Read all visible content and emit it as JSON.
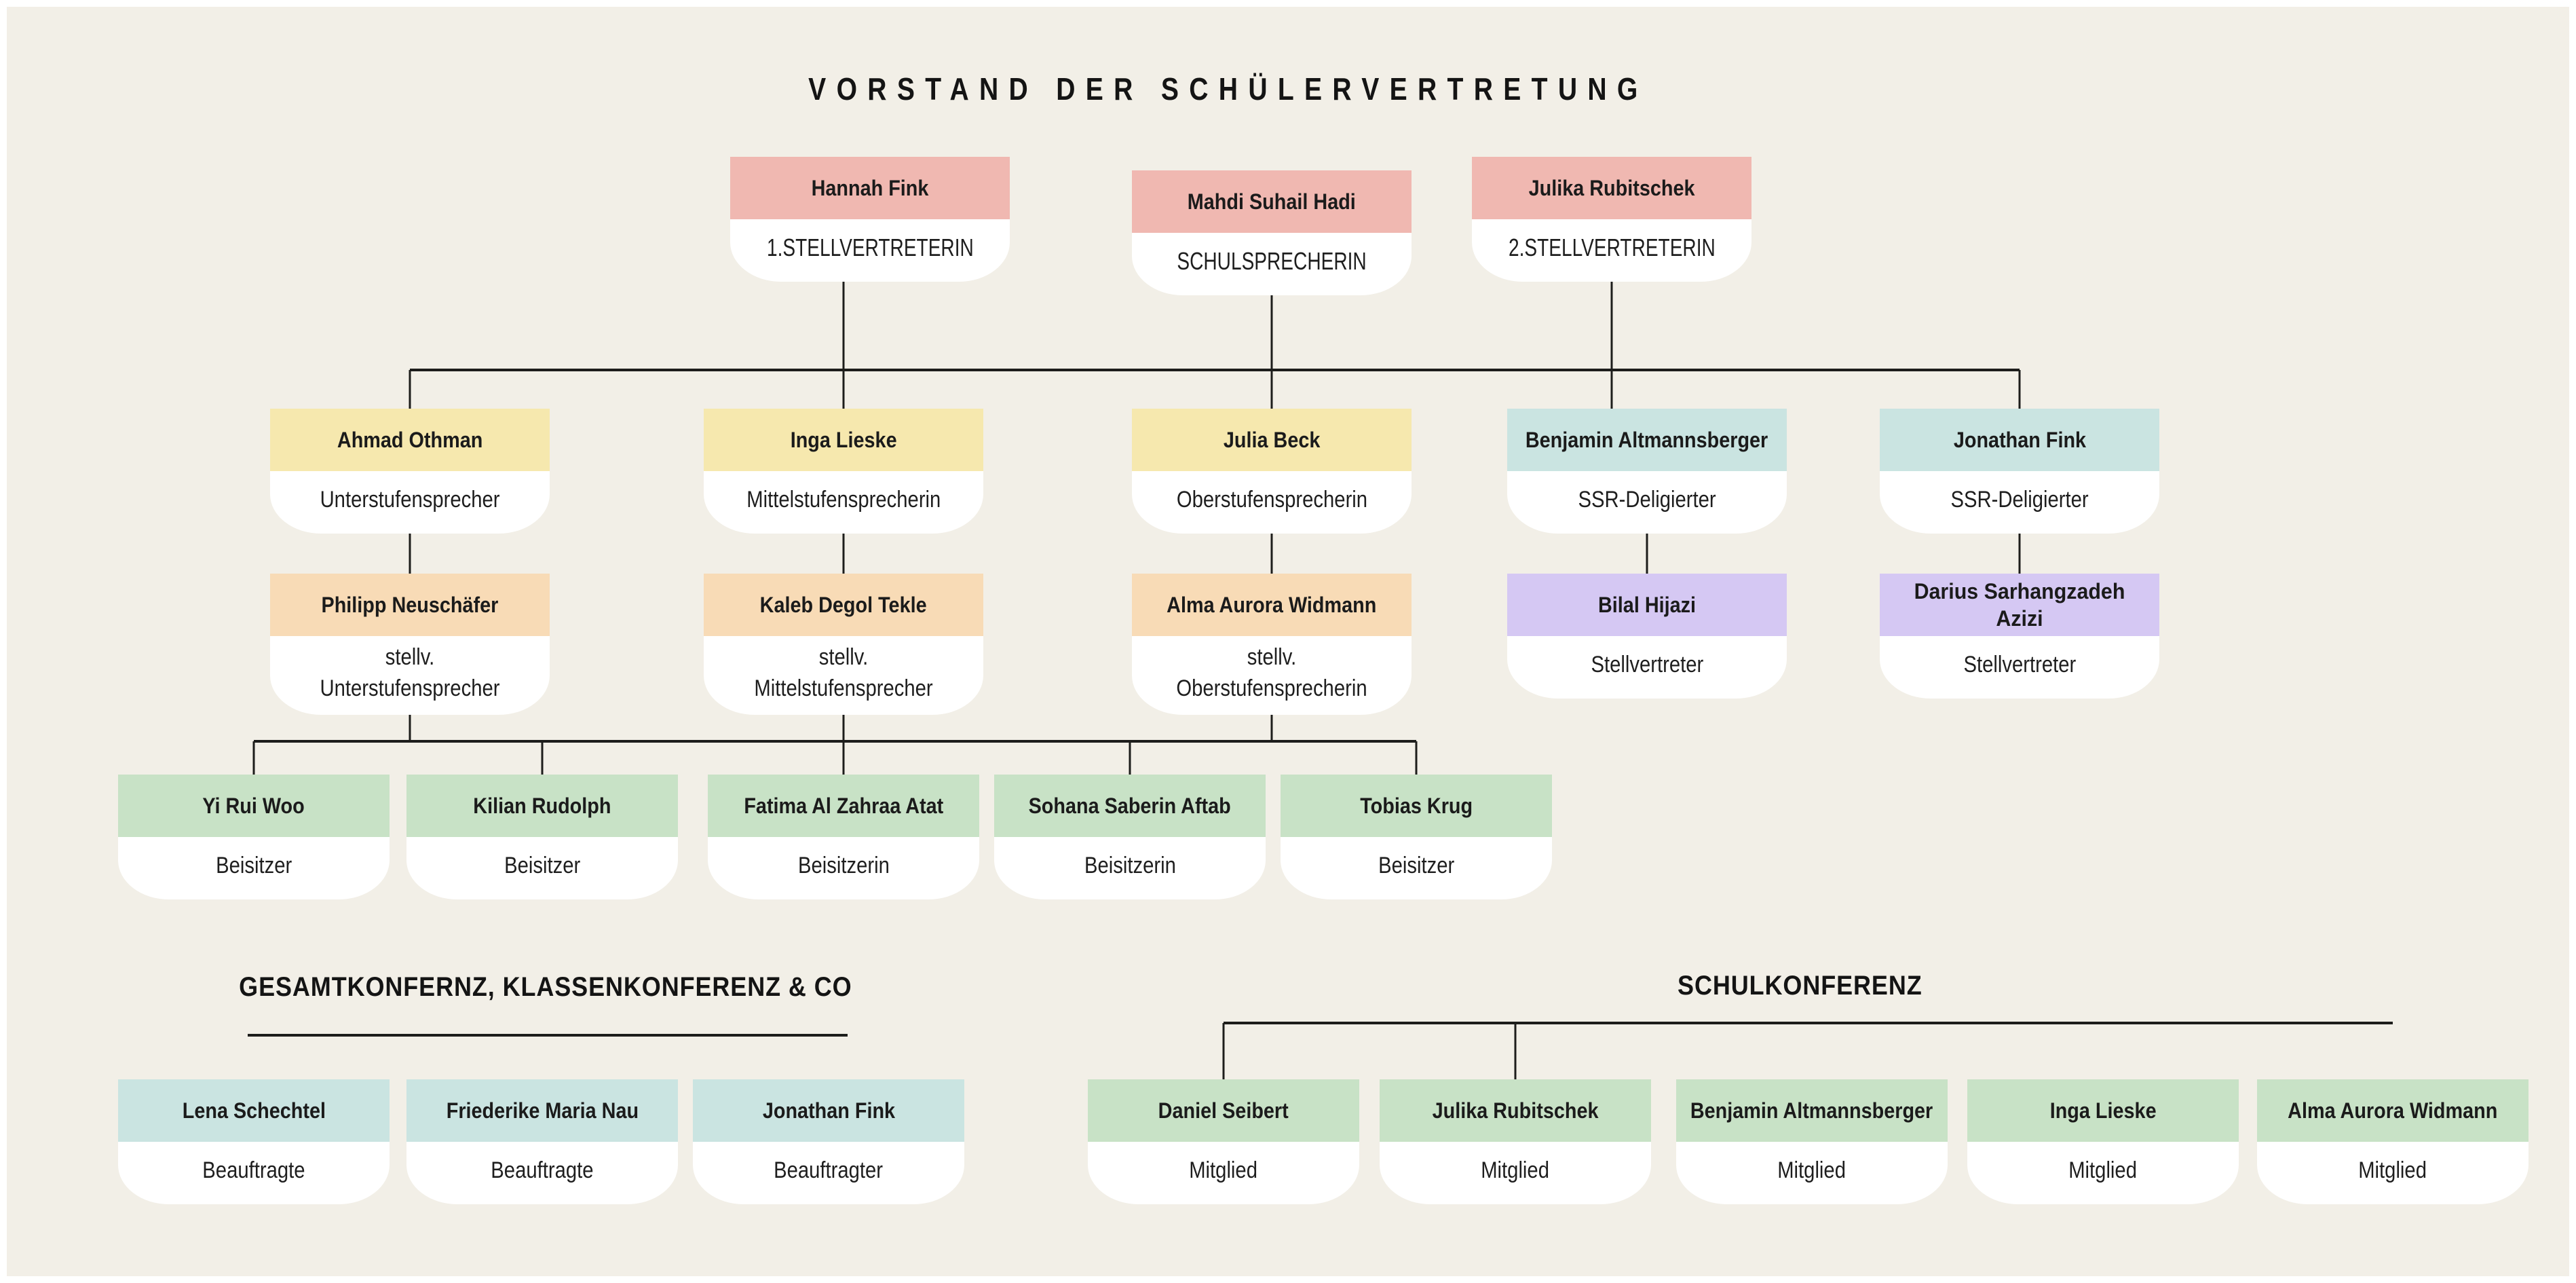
{
  "title": "VORSTAND DER SCHÜLERVERTRETUNG",
  "sections": {
    "left_heading": "GESAMTKONFERNZ, KLASSENKONFERENZ & CO",
    "right_heading": "SCHULKONFERENZ"
  },
  "colors": {
    "background": "#f2efe7",
    "card_body": "#ffffff",
    "card_pink": "#f0b8b1",
    "card_yellow": "#f6e8ae",
    "card_teal": "#cae4e1",
    "card_orange": "#f8dbb6",
    "card_lavender": "#d5c8f3",
    "card_green": "#c8e2c6",
    "line": "#1d1d1b",
    "text": "#141414"
  },
  "cards": [
    {
      "name": "Hannah Fink",
      "role": "1.STELLVERTRETERIN",
      "color": "pink"
    },
    {
      "name": "Mahdi Suhail Hadi",
      "role": "SCHULSPRECHERIN",
      "color": "pink"
    },
    {
      "name": "Julika Rubitschek",
      "role": "2.STELLVERTRETERIN",
      "color": "pink"
    },
    {
      "name": "Ahmad Othman",
      "role": "Unterstufensprecher",
      "color": "yellow"
    },
    {
      "name": "Inga Lieske",
      "role": "Mittelstufensprecherin",
      "color": "yellow"
    },
    {
      "name": "Julia Beck",
      "role": "Oberstufensprecherin",
      "color": "yellow"
    },
    {
      "name": "Benjamin Altmannsberger",
      "role": "SSR-Deligierter",
      "color": "teal"
    },
    {
      "name": "Jonathan Fink",
      "role": "SSR-Deligierter",
      "color": "teal"
    },
    {
      "name": "Philipp Neuschäfer",
      "role": "stellv. Unterstufensprecher",
      "color": "orange"
    },
    {
      "name": "Kaleb Degol Tekle",
      "role": "stellv. Mittelstufensprecher",
      "color": "orange"
    },
    {
      "name": "Alma Aurora Widmann",
      "role": "stellv. Oberstufensprecherin",
      "color": "orange"
    },
    {
      "name": "Bilal Hijazi",
      "role": "Stellvertreter",
      "color": "lavender"
    },
    {
      "name": "Darius Sarhangzadeh Azizi",
      "role": "Stellvertreter",
      "color": "lavender"
    },
    {
      "name": "Yi Rui Woo",
      "role": "Beisitzer",
      "color": "green"
    },
    {
      "name": "Kilian Rudolph",
      "role": "Beisitzer",
      "color": "green"
    },
    {
      "name": "Fatima Al Zahraa Atat",
      "role": "Beisitzerin",
      "color": "green"
    },
    {
      "name": "Sohana Saberin Aftab",
      "role": "Beisitzerin",
      "color": "green"
    },
    {
      "name": "Tobias Krug",
      "role": "Beisitzer",
      "color": "green"
    },
    {
      "name": "Lena Schechtel",
      "role": "Beauftragte",
      "color": "teal"
    },
    {
      "name": "Friederike Maria Nau",
      "role": "Beauftragte",
      "color": "teal"
    },
    {
      "name": "Jonathan Fink",
      "role": "Beauftragter",
      "color": "teal"
    },
    {
      "name": "Daniel Seibert",
      "role": "Mitglied",
      "color": "green"
    },
    {
      "name": "Julika Rubitschek",
      "role": "Mitglied",
      "color": "green"
    },
    {
      "name": "Benjamin Altmannsberger",
      "role": "Mitglied",
      "color": "green"
    },
    {
      "name": "Inga Lieske",
      "role": "Mitglied",
      "color": "green"
    },
    {
      "name": "Alma Aurora Widmann",
      "role": "Mitglied",
      "color": "green"
    }
  ]
}
